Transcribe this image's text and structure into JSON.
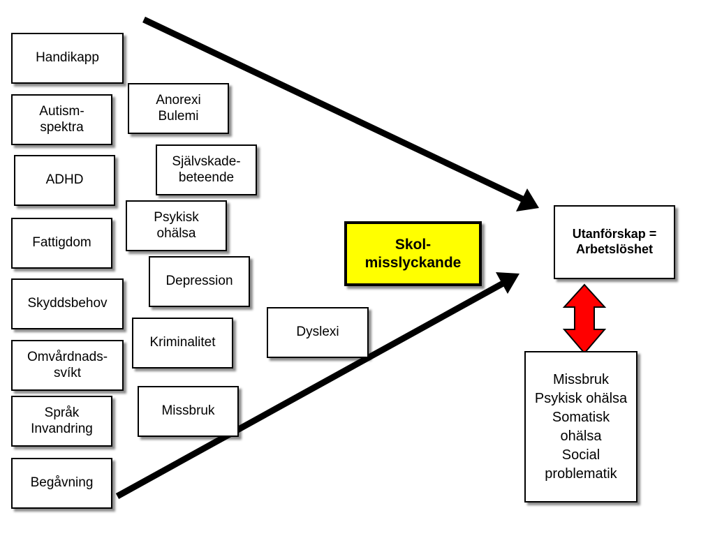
{
  "factors_left": [
    "Handikapp",
    "Autism-\nspektra",
    "ADHD",
    "Fattigdom",
    "Skyddsbehov",
    "Omvårdnads-\nsvíkt",
    "Språk\nInvandring",
    "Begåvning"
  ],
  "factors_middle": [
    "Anorexi\nBulemi",
    "Självskade-\nbeteende",
    "Psykisk\nohälsa",
    "Depression",
    "Kriminalitet",
    "Missbruk"
  ],
  "dyslexi": "Dyslexi",
  "center": "Skol-\nmisslyckande",
  "outcome": "Utanförskap =\nArbetslöshet",
  "consequences": "Missbruk\nPsykisk ohälsa\nSomatisk\nohälsa\nSocial\nproblematik",
  "colors": {
    "center_fill": "#ffff00",
    "double_arrow_fill": "#ff0000",
    "arrow_stroke": "#000000"
  }
}
